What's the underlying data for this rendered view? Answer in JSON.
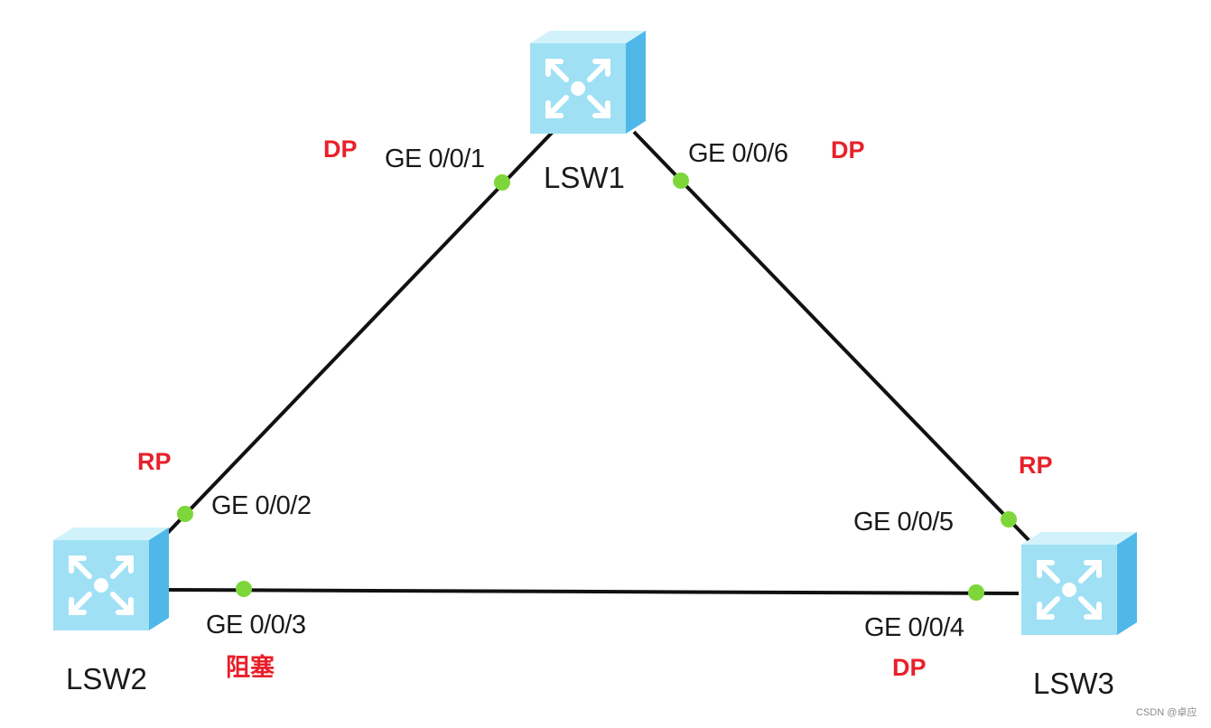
{
  "switches": [
    {
      "id": "lsw1",
      "label": "LSW1"
    },
    {
      "id": "lsw2",
      "label": "LSW2"
    },
    {
      "id": "lsw3",
      "label": "LSW3"
    }
  ],
  "ports": {
    "lsw1_left": "GE 0/0/1",
    "lsw1_right": "GE 0/0/6",
    "lsw2_top": "GE 0/0/2",
    "lsw2_right": "GE 0/0/3",
    "lsw3_top": "GE 0/0/5",
    "lsw3_left": "GE 0/0/4"
  },
  "roles": {
    "lsw1_left": "DP",
    "lsw1_right": "DP",
    "lsw2_top": "RP",
    "lsw2_right": "阻塞",
    "lsw3_top": "RP",
    "lsw3_left": "DP"
  },
  "colors": {
    "link": "#111111",
    "port_dot": "#7dd63a",
    "role_text": "#e8202a",
    "switch_body": "#9fe0f5",
    "switch_side": "#4fb8e8"
  },
  "watermark": "CSDN @卓应"
}
